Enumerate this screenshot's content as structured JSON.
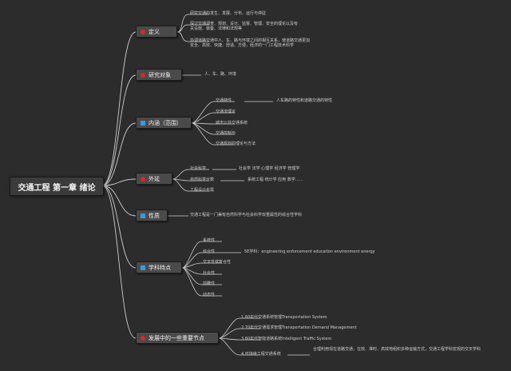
{
  "root": {
    "label": "交通工程 第一章 绪论"
  },
  "branches": [
    {
      "label": "定义",
      "icon": "red-circle-icon",
      "leaves": [
        "研究交通的发生、发展、分布、运行与停驻",
        "探讨交通调查、规划、设计、监督、管理、安全的理论以及有关设施、装备、法律和法规等",
        "协调道路交通中人、车、路与环境之间的相互关系，使道路交通更加安全、高效、快捷、舒适、方便，经济的一门工程技术科学"
      ]
    },
    {
      "label": "研究对象",
      "icon": "red-circle-icon",
      "leaves": [
        "人、车、路、环境"
      ]
    },
    {
      "label": "内涵（范围）",
      "icon": "blue-square-icon",
      "leaves": [
        {
          "text": "交通特性",
          "detail": "人车路的特性和道路交通的特性"
        },
        "交通流理论",
        "城市公共交通系统",
        "交通控制与",
        "交通规划的理论与方法"
      ]
    },
    {
      "label": "外延",
      "icon": "red-circle-icon",
      "leaves": [
        {
          "text": "社会科学",
          "detail": "社会学 法学 心理学 经济学 管理学"
        },
        {
          "text": "自然科学分数",
          "detail": "系统工程 统计学 应用 数学……"
        },
        "工程设计也需"
      ]
    },
    {
      "label": "性质",
      "icon": "blue-square-icon",
      "leaves": [
        "交通工程是一门兼有自然科学与社会科学双重属性的综合性学科"
      ]
    },
    {
      "label": "学科特点",
      "icon": "blue-square-icon",
      "leaves": [
        "系统性",
        {
          "text": "综合性",
          "detail": "5E学科：engineering enforcement education environment energy"
        },
        "交叉性或复合性",
        "社会性",
        "前瞻性",
        "动态性"
      ]
    },
    {
      "label": "发展中的一些重要节点",
      "icon": "red-circle-icon",
      "leaves": [
        "1.60年代交通系统管理Transportation System",
        "2.70年代交通需求管理Transportation Demand Management",
        "3.80年代智能道路系统Intelligent Traffic System",
        {
          "text": "4.可持续工程交通系统",
          "detail": "合理利用现在道路交通，在效、准时、高效地组织多种运输方式，交通工程学科宏观的交叉学科"
        }
      ]
    }
  ]
}
